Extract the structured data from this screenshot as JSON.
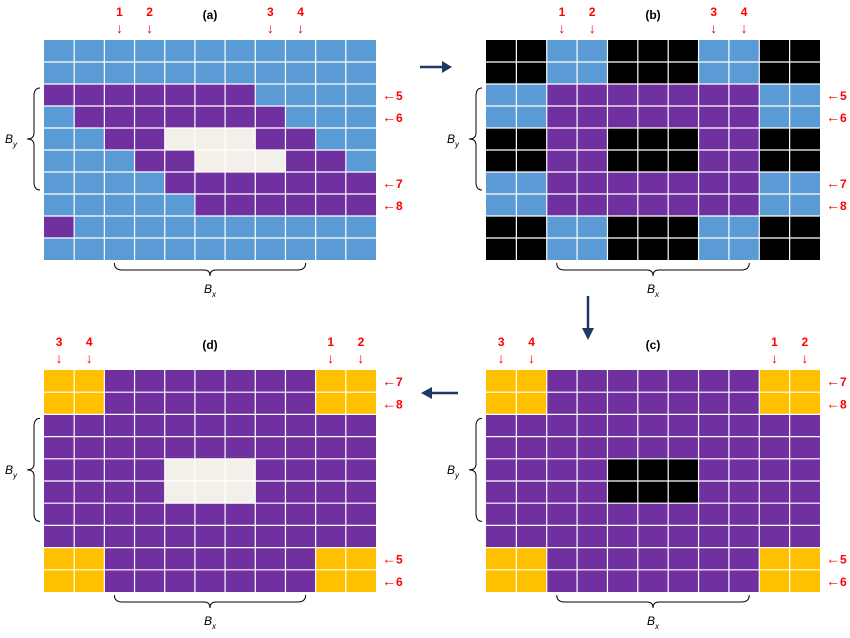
{
  "panels": [
    {
      "id": "a",
      "label": "(a)",
      "colors": [
        "B",
        "B",
        "B",
        "B",
        "B",
        "B",
        "B",
        "B",
        "B",
        "B",
        "B",
        "B",
        "B",
        "B",
        "B",
        "B",
        "B",
        "B",
        "B",
        "B",
        "B",
        "B",
        "P",
        "P",
        "P",
        "P",
        "P",
        "P",
        "P",
        "B",
        "B",
        "B",
        "B",
        "B",
        "P",
        "P",
        "P",
        "P",
        "P",
        "P",
        "P",
        "B",
        "B",
        "B",
        "B",
        "B",
        "P",
        "P",
        "W",
        "W",
        "W",
        "P",
        "P",
        "B",
        "B",
        "B",
        "B",
        "B",
        "P",
        "P",
        "W",
        "W",
        "W",
        "P",
        "P",
        "B",
        "B",
        "B",
        "B",
        "B",
        "P",
        "P",
        "P",
        "P",
        "P",
        "P",
        "P",
        "B",
        "B",
        "B",
        "B",
        "B",
        "P",
        "P",
        "P",
        "P",
        "P",
        "P",
        "P",
        "B",
        "B",
        "B",
        "B",
        "B",
        "B",
        "B",
        "B",
        "B",
        "B",
        "B",
        "B",
        "B",
        "B",
        "B",
        "B",
        "B",
        "B",
        "B",
        "B",
        "B",
        "B",
        "B",
        "B",
        "B"
      ],
      "col_markers": [
        {
          "text": "1",
          "col": 2
        },
        {
          "text": "2",
          "col": 3
        },
        {
          "text": "3",
          "col": 7
        },
        {
          "text": "4",
          "col": 8
        }
      ],
      "row_markers": [
        {
          "text": "5",
          "row": 2
        },
        {
          "text": "6",
          "row": 3
        },
        {
          "text": "7",
          "row": 6
        },
        {
          "text": "8",
          "row": 7
        }
      ],
      "brace_y_rows": [
        2,
        7
      ],
      "brace_x_cols": [
        2,
        8
      ],
      "by_label": "B",
      "by_sub": "y",
      "bx_label": "B",
      "bx_sub": "x"
    },
    {
      "id": "b",
      "label": "(b)",
      "colors": [
        "K",
        "K",
        "B",
        "B",
        "K",
        "K",
        "K",
        "B",
        "B",
        "K",
        "K",
        "K",
        "K",
        "B",
        "B",
        "K",
        "K",
        "K",
        "B",
        "B",
        "K",
        "K",
        "B",
        "B",
        "P",
        "P",
        "P",
        "P",
        "P",
        "P",
        "P",
        "B",
        "B",
        "B",
        "B",
        "P",
        "P",
        "P",
        "P",
        "P",
        "P",
        "P",
        "B",
        "B",
        "K",
        "K",
        "P",
        "P",
        "K",
        "K",
        "K",
        "P",
        "P",
        "K",
        "K",
        "K",
        "K",
        "P",
        "P",
        "K",
        "K",
        "K",
        "P",
        "P",
        "K",
        "K",
        "B",
        "B",
        "P",
        "P",
        "P",
        "P",
        "P",
        "P",
        "P",
        "B",
        "B",
        "B",
        "B",
        "P",
        "P",
        "P",
        "P",
        "P",
        "P",
        "P",
        "B",
        "B",
        "K",
        "K",
        "B",
        "B",
        "K",
        "K",
        "K",
        "B",
        "B",
        "K",
        "K",
        "K",
        "K",
        "B",
        "B",
        "K",
        "K",
        "K",
        "B",
        "B",
        "K",
        "K"
      ],
      "col_markers": [
        {
          "text": "1",
          "col": 2
        },
        {
          "text": "2",
          "col": 3
        },
        {
          "text": "3",
          "col": 7
        },
        {
          "text": "4",
          "col": 8
        }
      ],
      "row_markers": [
        {
          "text": "5",
          "row": 2
        },
        {
          "text": "6",
          "row": 3
        },
        {
          "text": "7",
          "row": 6
        },
        {
          "text": "8",
          "row": 7
        }
      ],
      "brace_y_rows": [
        2,
        7
      ],
      "brace_x_cols": [
        2,
        8
      ],
      "by_label": "B",
      "by_sub": "y",
      "bx_label": "B",
      "bx_sub": "x"
    },
    {
      "id": "c",
      "label": "(c)",
      "colors": [
        "O",
        "O",
        "P",
        "P",
        "P",
        "P",
        "P",
        "P",
        "P",
        "O",
        "O",
        "O",
        "O",
        "P",
        "P",
        "P",
        "P",
        "P",
        "P",
        "P",
        "O",
        "O",
        "P",
        "P",
        "P",
        "P",
        "P",
        "P",
        "P",
        "P",
        "P",
        "P",
        "P",
        "P",
        "P",
        "P",
        "P",
        "P",
        "P",
        "P",
        "P",
        "P",
        "P",
        "P",
        "P",
        "P",
        "P",
        "P",
        "K",
        "K",
        "K",
        "P",
        "P",
        "P",
        "P",
        "P",
        "P",
        "P",
        "P",
        "K",
        "K",
        "K",
        "P",
        "P",
        "P",
        "P",
        "P",
        "P",
        "P",
        "P",
        "P",
        "P",
        "P",
        "P",
        "P",
        "P",
        "P",
        "P",
        "P",
        "P",
        "P",
        "P",
        "P",
        "P",
        "P",
        "P",
        "P",
        "P",
        "O",
        "O",
        "P",
        "P",
        "P",
        "P",
        "P",
        "P",
        "P",
        "O",
        "O",
        "O",
        "O",
        "P",
        "P",
        "P",
        "P",
        "P",
        "P",
        "P",
        "O",
        "O"
      ],
      "col_markers": [
        {
          "text": "3",
          "col": 0
        },
        {
          "text": "4",
          "col": 1
        },
        {
          "text": "1",
          "col": 9
        },
        {
          "text": "2",
          "col": 10
        }
      ],
      "row_markers": [
        {
          "text": "7",
          "row": 0
        },
        {
          "text": "8",
          "row": 1
        },
        {
          "text": "5",
          "row": 8
        },
        {
          "text": "6",
          "row": 9
        }
      ],
      "brace_y_rows": [
        2,
        7
      ],
      "brace_x_cols": [
        2,
        8
      ],
      "by_label": "B",
      "by_sub": "y",
      "bx_label": "B",
      "bx_sub": "x"
    },
    {
      "id": "d",
      "label": "(d)",
      "colors": [
        "O",
        "O",
        "P",
        "P",
        "P",
        "P",
        "P",
        "P",
        "P",
        "O",
        "O",
        "O",
        "O",
        "P",
        "P",
        "P",
        "P",
        "P",
        "P",
        "P",
        "O",
        "O",
        "P",
        "P",
        "P",
        "P",
        "P",
        "P",
        "P",
        "P",
        "P",
        "P",
        "P",
        "P",
        "P",
        "P",
        "P",
        "P",
        "P",
        "P",
        "P",
        "P",
        "P",
        "P",
        "P",
        "P",
        "P",
        "P",
        "W",
        "W",
        "W",
        "P",
        "P",
        "P",
        "P",
        "P",
        "P",
        "P",
        "P",
        "W",
        "W",
        "W",
        "P",
        "P",
        "P",
        "P",
        "P",
        "P",
        "P",
        "P",
        "P",
        "P",
        "P",
        "P",
        "P",
        "P",
        "P",
        "P",
        "P",
        "P",
        "P",
        "P",
        "P",
        "P",
        "P",
        "P",
        "P",
        "P",
        "O",
        "O",
        "P",
        "P",
        "P",
        "P",
        "P",
        "P",
        "P",
        "O",
        "O",
        "O",
        "O",
        "P",
        "P",
        "P",
        "P",
        "P",
        "P",
        "P",
        "O",
        "O"
      ],
      "col_markers": [
        {
          "text": "3",
          "col": 0
        },
        {
          "text": "4",
          "col": 1
        },
        {
          "text": "1",
          "col": 9
        },
        {
          "text": "2",
          "col": 10
        }
      ],
      "row_markers": [
        {
          "text": "7",
          "row": 0
        },
        {
          "text": "8",
          "row": 1
        },
        {
          "text": "5",
          "row": 8
        },
        {
          "text": "6",
          "row": 9
        }
      ],
      "brace_y_rows": [
        2,
        7
      ],
      "brace_x_cols": [
        2,
        8
      ],
      "by_label": "B",
      "by_sub": "y",
      "bx_label": "B",
      "bx_sub": "x"
    }
  ],
  "cell_colors": {
    "B": "#5b9bd5",
    "P": "#7030a0",
    "W": "#f2f0e8",
    "K": "#000000",
    "O": "#ffc000"
  },
  "grid_line_color": "#ffffff",
  "marker_color": "#ff0000",
  "flow_arrow_color": "#1f3864",
  "arrow_down_char": "↓",
  "arrow_left_char": "←"
}
